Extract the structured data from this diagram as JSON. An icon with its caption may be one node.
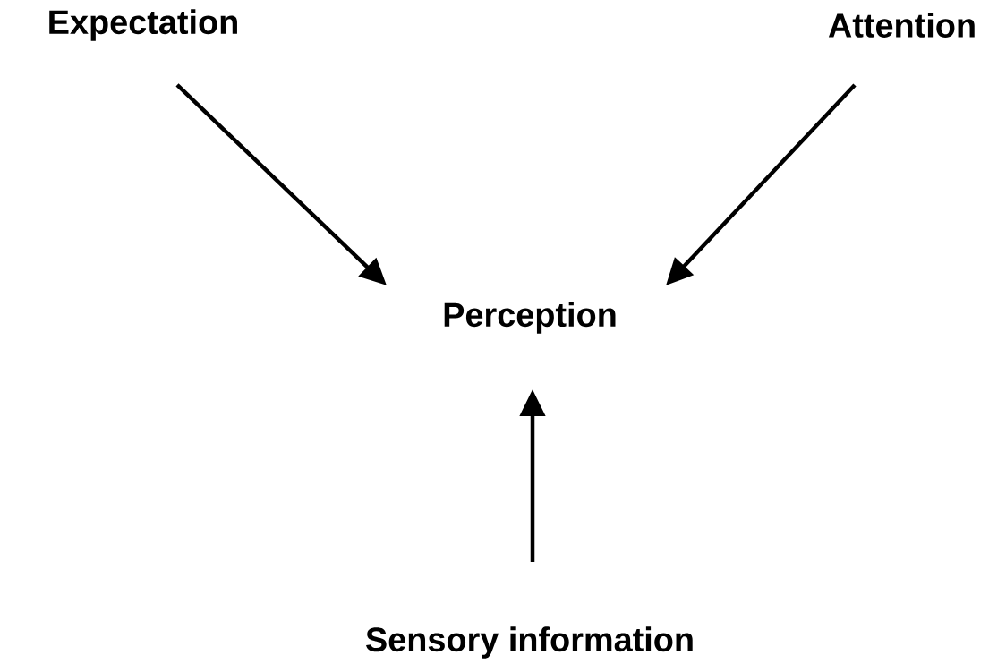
{
  "diagram": {
    "nodes": [
      {
        "text": [
          "Expectation"
        ]
      },
      {
        "text": [
          "Attention"
        ]
      },
      {
        "text": [
          "Perception"
        ]
      },
      {
        "text": [
          "Sensory information"
        ]
      }
    ],
    "edges": [
      {
        "from": 0,
        "to": 2,
        "arrow": "to"
      },
      {
        "from": 1,
        "to": 2,
        "arrow": "to"
      },
      {
        "from": 3,
        "to": 2,
        "arrow": "to"
      }
    ]
  }
}
